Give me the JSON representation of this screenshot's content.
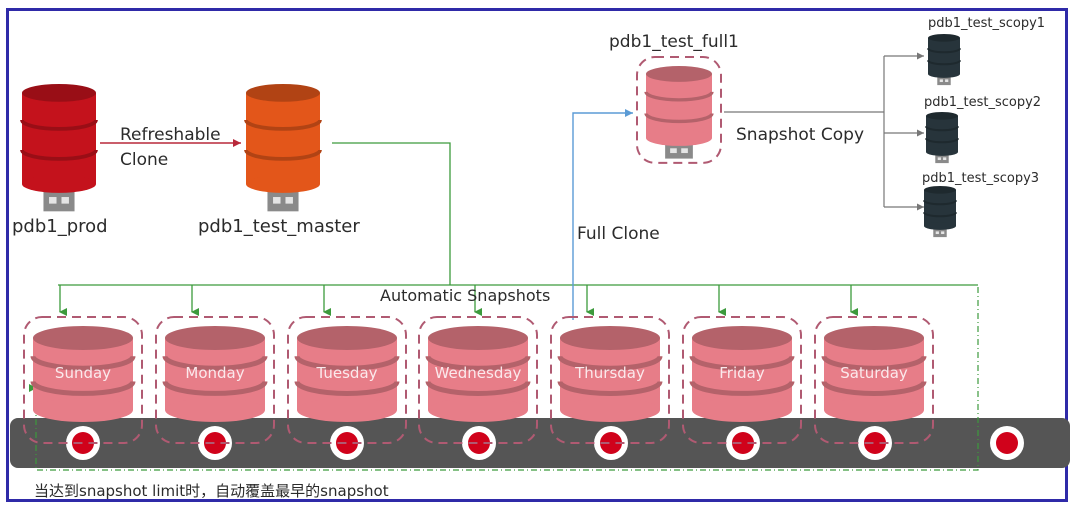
{
  "diagram": {
    "source_db": {
      "name": "pdb1_prod",
      "color": "#c4121c"
    },
    "master_db": {
      "name": "pdb1_test_master",
      "color": "#e3561a"
    },
    "refresh_arrow": {
      "label_line1": "Refreshable",
      "label_line2": "Clone",
      "color": "#b8283a"
    },
    "full_clone": {
      "name": "pdb1_test_full1",
      "label": "Full Clone",
      "color": "#e77d88",
      "arrow_color": "#5b9bd5"
    },
    "snapshot_copy": {
      "label": "Snapshot Copy",
      "copies": [
        "pdb1_test_scopy1",
        "pdb1_test_scopy2",
        "pdb1_test_scopy3"
      ],
      "color": "#27343b"
    },
    "automatic_snapshots": {
      "label": "Automatic Snapshots",
      "days": [
        "Sunday",
        "Monday",
        "Tuesday",
        "Wednesday",
        "Thursday",
        "Friday",
        "Saturday"
      ],
      "color": "#e77d88",
      "arrow_color": "#3c9a3c"
    },
    "note": "当达到snapshot limit时，自动覆盖最早的snapshot",
    "conveyor": {
      "color": "#555555",
      "dot_color": "#d0021b",
      "dot_count": 8
    },
    "border_color": "#2f2aa8"
  }
}
